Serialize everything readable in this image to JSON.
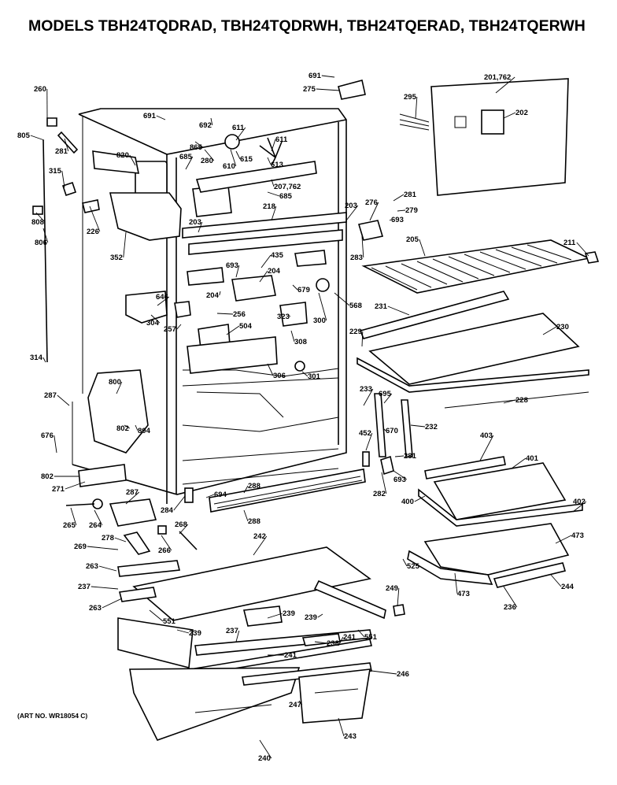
{
  "header": {
    "title": "MODELS TBH24TQDRAD, TBH24TQDRWH, TBH24TQERAD, TBH24TQERWH"
  },
  "footer": {
    "art_no": "(ART NO. WR18054 C)"
  },
  "parts": [
    {
      "id": "p260",
      "text": "260"
    },
    {
      "id": "p805",
      "text": "805"
    },
    {
      "id": "p281a",
      "text": "281"
    },
    {
      "id": "p315",
      "text": "315"
    },
    {
      "id": "p808",
      "text": "808"
    },
    {
      "id": "p806",
      "text": "806"
    },
    {
      "id": "p226",
      "text": "226"
    },
    {
      "id": "p820",
      "text": "820"
    },
    {
      "id": "p352",
      "text": "352"
    },
    {
      "id": "p691a",
      "text": "691"
    },
    {
      "id": "p692",
      "text": "692"
    },
    {
      "id": "p611a",
      "text": "611"
    },
    {
      "id": "p611b",
      "text": "611"
    },
    {
      "id": "p615",
      "text": "615"
    },
    {
      "id": "p865",
      "text": "865"
    },
    {
      "id": "p685a",
      "text": "685"
    },
    {
      "id": "p280",
      "text": "280"
    },
    {
      "id": "p610",
      "text": "610"
    },
    {
      "id": "p613",
      "text": "613"
    },
    {
      "id": "p207",
      "text": "207,762"
    },
    {
      "id": "p685b",
      "text": "685"
    },
    {
      "id": "p691b",
      "text": "691"
    },
    {
      "id": "p275",
      "text": "275"
    },
    {
      "id": "p201",
      "text": "201,762"
    },
    {
      "id": "p295",
      "text": "295"
    },
    {
      "id": "p202",
      "text": "202"
    },
    {
      "id": "p218",
      "text": "218"
    },
    {
      "id": "p203a",
      "text": "203"
    },
    {
      "id": "p203b",
      "text": "203"
    },
    {
      "id": "p276",
      "text": "276"
    },
    {
      "id": "p281b",
      "text": "281"
    },
    {
      "id": "p279",
      "text": "279"
    },
    {
      "id": "p693a",
      "text": "693"
    },
    {
      "id": "p283",
      "text": "283"
    },
    {
      "id": "p205",
      "text": "205"
    },
    {
      "id": "p211",
      "text": "211"
    },
    {
      "id": "p693b",
      "text": "693"
    },
    {
      "id": "p435",
      "text": "435"
    },
    {
      "id": "p204a",
      "text": "204"
    },
    {
      "id": "p204b",
      "text": "204"
    },
    {
      "id": "p679",
      "text": "679"
    },
    {
      "id": "p568",
      "text": "568"
    },
    {
      "id": "p231",
      "text": "231"
    },
    {
      "id": "p646",
      "text": "646"
    },
    {
      "id": "p256",
      "text": "256"
    },
    {
      "id": "p304",
      "text": "304"
    },
    {
      "id": "p257",
      "text": "257"
    },
    {
      "id": "p504",
      "text": "504"
    },
    {
      "id": "p323",
      "text": "323"
    },
    {
      "id": "p300",
      "text": "300"
    },
    {
      "id": "p308",
      "text": "308"
    },
    {
      "id": "p230",
      "text": "230"
    },
    {
      "id": "p229",
      "text": "229"
    },
    {
      "id": "p314",
      "text": "314"
    },
    {
      "id": "p306",
      "text": "306"
    },
    {
      "id": "p301",
      "text": "301"
    },
    {
      "id": "p800",
      "text": "800"
    },
    {
      "id": "p287a",
      "text": "287"
    },
    {
      "id": "p802a",
      "text": "802"
    },
    {
      "id": "p804",
      "text": "804"
    },
    {
      "id": "p233",
      "text": "233"
    },
    {
      "id": "p695",
      "text": "695"
    },
    {
      "id": "p228",
      "text": "228"
    },
    {
      "id": "p670",
      "text": "670"
    },
    {
      "id": "p232",
      "text": "232"
    },
    {
      "id": "p676",
      "text": "676"
    },
    {
      "id": "p452",
      "text": "452"
    },
    {
      "id": "p403",
      "text": "403"
    },
    {
      "id": "p281c",
      "text": "281"
    },
    {
      "id": "p401",
      "text": "401"
    },
    {
      "id": "p802b",
      "text": "802"
    },
    {
      "id": "p271",
      "text": "271"
    },
    {
      "id": "p693c",
      "text": "693"
    },
    {
      "id": "p282",
      "text": "282"
    },
    {
      "id": "p288a",
      "text": "288"
    },
    {
      "id": "p694",
      "text": "694"
    },
    {
      "id": "p287b",
      "text": "287"
    },
    {
      "id": "p284",
      "text": "284"
    },
    {
      "id": "p400",
      "text": "400"
    },
    {
      "id": "p402",
      "text": "402"
    },
    {
      "id": "p265",
      "text": "265"
    },
    {
      "id": "p264",
      "text": "264"
    },
    {
      "id": "p288b",
      "text": "288"
    },
    {
      "id": "p268",
      "text": "268"
    },
    {
      "id": "p473a",
      "text": "473"
    },
    {
      "id": "p242",
      "text": "242"
    },
    {
      "id": "p278",
      "text": "278"
    },
    {
      "id": "p269",
      "text": "269"
    },
    {
      "id": "p266",
      "text": "266"
    },
    {
      "id": "p525",
      "text": "525"
    },
    {
      "id": "p263a",
      "text": "263"
    },
    {
      "id": "p237a",
      "text": "237"
    },
    {
      "id": "p473b",
      "text": "473"
    },
    {
      "id": "p244",
      "text": "244"
    },
    {
      "id": "p236",
      "text": "236"
    },
    {
      "id": "p249",
      "text": "249"
    },
    {
      "id": "p263b",
      "text": "263"
    },
    {
      "id": "p239a",
      "text": "239"
    },
    {
      "id": "p239b",
      "text": "239"
    },
    {
      "id": "p551a",
      "text": "551"
    },
    {
      "id": "p239c",
      "text": "239"
    },
    {
      "id": "p237b",
      "text": "237"
    },
    {
      "id": "p241a",
      "text": "241"
    },
    {
      "id": "p551b",
      "text": "551"
    },
    {
      "id": "p238",
      "text": "238"
    },
    {
      "id": "p241b",
      "text": "241"
    },
    {
      "id": "p246",
      "text": "246"
    },
    {
      "id": "p247",
      "text": "247"
    },
    {
      "id": "p243",
      "text": "243"
    },
    {
      "id": "p240",
      "text": "240"
    }
  ]
}
